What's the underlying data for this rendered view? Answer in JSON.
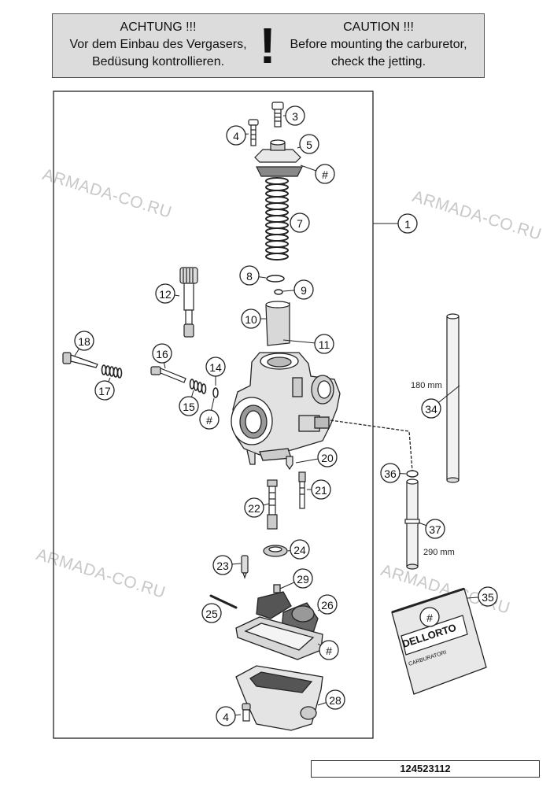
{
  "caution": {
    "de_title": "ACHTUNG !!!",
    "de_line1": "Vor dem Einbau des Vergasers,",
    "de_line2": "Bedüsung kontrollieren.",
    "en_title": "CAUTION !!!",
    "en_line1": "Before mounting the carburetor,",
    "en_line2": "check the jetting.",
    "symbol": "!"
  },
  "callouts": [
    "1",
    "3",
    "4",
    "5",
    "#",
    "7",
    "8",
    "9",
    "10",
    "11",
    "12",
    "14",
    "15",
    "16",
    "17",
    "18",
    "#",
    "20",
    "21",
    "22",
    "23",
    "24",
    "25",
    "26",
    "#",
    "28",
    "29",
    "34",
    "35",
    "36",
    "37",
    "4",
    "#"
  ],
  "dimensions": {
    "tube_long": "180 mm",
    "tube_short": "290 mm"
  },
  "label": {
    "brand": "DELLORTO",
    "subtitle": "CARBURATORI"
  },
  "watermark": "ARMADA-CO.RU",
  "doc_number": "124523112"
}
